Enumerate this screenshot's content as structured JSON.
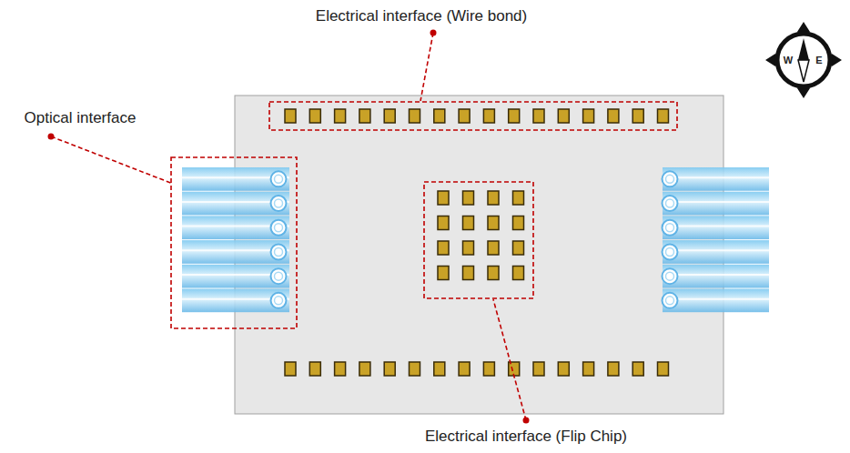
{
  "diagram": {
    "labels": [
      "Electrical interface (Wire bond)",
      "Optical interface",
      "Electrical interface (Flip Chip)",
      "W",
      "E"
    ]
  }
}
